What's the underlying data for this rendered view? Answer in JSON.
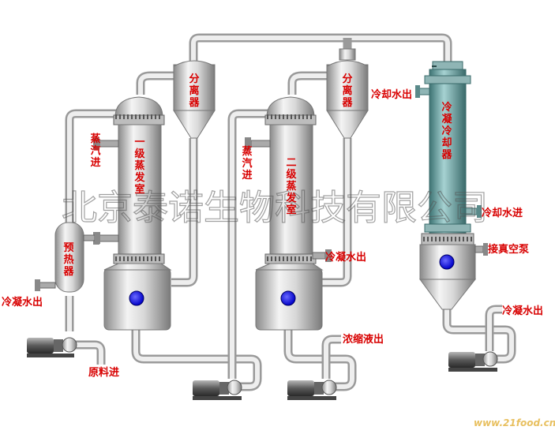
{
  "labels": {
    "separator_1": "分离器",
    "separator_2": "分离器",
    "evaporator_1": "一级蒸发室",
    "evaporator_2": "二级蒸发室",
    "steam_in_1": "蒸汽进",
    "steam_in_2": "蒸汽进",
    "preheater": "预热器",
    "condenser": "冷凝冷却器",
    "cooling_water_out": "冷却水出",
    "cooling_water_in": "冷却水进",
    "vacuum_pump": "接真空泵",
    "condensate_out_left": "冷凝水出",
    "condensate_out_mid": "冷凝水出",
    "condensate_out_right": "冷凝水出",
    "concentrate_out": "浓缩液出",
    "feed_in": "原料进"
  },
  "watermark": "北京泰诺生物科技有限公司",
  "brand": "www.21food.cn",
  "colors": {
    "label_red": "#d80000",
    "vessel_gray": "#c8c8c8",
    "condenser_teal": "#5f9c9c",
    "sight_glass_blue": "#1a1aff"
  }
}
